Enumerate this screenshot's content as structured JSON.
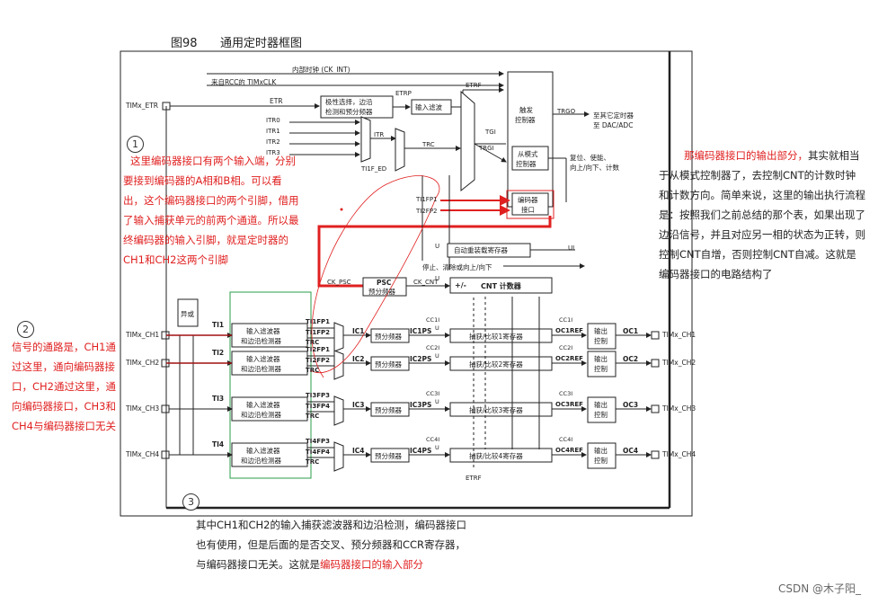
{
  "figure": {
    "number": "图98",
    "title": "通用定时器框图"
  },
  "diagram": {
    "top": {
      "internal_clock": "内部时钟 (CK_INT)",
      "from_rcc": "来自RCC的 TIMxCLK",
      "timx_etr": "TIMx_ETR",
      "etr": "ETR",
      "etrp": "ETRP",
      "etrf": "ETRF",
      "polarity_box_1": "极性选择，边沿",
      "polarity_box_2": "检测和预分频器",
      "input_filter": "输入滤波",
      "itr0": "ITR0",
      "itr1": "ITR1",
      "itr2": "ITR2",
      "itr3": "ITR3",
      "itr": "ITR",
      "trc": "TRC",
      "ti1f_ed": "TI1F_ED",
      "tgi": "TGI",
      "trgi": "TRGI",
      "trigger_ctrl_1": "触发",
      "trigger_ctrl_2": "控制器",
      "trgo": "TRGO",
      "to_other_timers_1": "至其它定时器",
      "to_other_timers_2": "至 DAC/ADC",
      "slave_ctrl_1": "从模式",
      "slave_ctrl_2": "控制器",
      "slave_out_1": "复位、使能、",
      "slave_out_2": "向上/向下、计数",
      "encoder_if_1": "编码器",
      "encoder_if_2": "接口",
      "ti1fp1": "TI1FP1",
      "ti2fp2": "TI2FP2"
    },
    "counter": {
      "u1": "U",
      "u2": "U",
      "ui": "UI",
      "auto_reload": "自动重装载寄存器",
      "stop_clear": "停止、清除或向上/向下",
      "ck_psc": "CK_PSC",
      "psc_1": "PSC",
      "psc_2": "预分频器",
      "ck_cnt": "CK_CNT",
      "plus_minus": "+/-",
      "cnt": "CNT 计数器"
    },
    "channels": [
      {
        "pin": "TIMx_CH1",
        "ti": "TI1",
        "filter_1": "输入滤波器",
        "filter_2": "和边沿检测器",
        "fp_a": "TI1FP1",
        "fp_b": "TI1FP2",
        "trc": "TRC",
        "ic": "IC1",
        "prescaler": "预分频器",
        "icps": "IC1PS",
        "cci": "CC1I",
        "u": "U",
        "capture": "捕获/比较1寄存器",
        "ocref": "OC1REF",
        "ccs": "CC1I",
        "out_ctrl_1": "输出",
        "out_ctrl_2": "控制",
        "oc": "OC1",
        "out_pin": "TIMx_CH1"
      },
      {
        "pin": "TIMx_CH2",
        "ti": "TI2",
        "filter_1": "输入滤波器",
        "filter_2": "和边沿检测器",
        "fp_a": "TI2FP1",
        "fp_b": "TI2FP2",
        "trc": "TRC",
        "ic": "IC2",
        "prescaler": "预分频器",
        "icps": "IC2PS",
        "cci": "CC2I",
        "u": "U",
        "capture": "捕获/比较2寄存器",
        "ocref": "OC2REF",
        "ccs": "CC2I",
        "out_ctrl_1": "输出",
        "out_ctrl_2": "控制",
        "oc": "OC2",
        "out_pin": "TIMx_CH2"
      },
      {
        "pin": "TIMx_CH3",
        "ti": "TI3",
        "filter_1": "输入滤波器",
        "filter_2": "和边沿检测器",
        "fp_a": "TI3FP3",
        "fp_b": "TI3FP4",
        "trc": "TRC",
        "ic": "IC3",
        "prescaler": "预分频器",
        "icps": "IC3PS",
        "cci": "CC3I",
        "u": "U",
        "capture": "捕获/比较3寄存器",
        "ocref": "OC3REF",
        "ccs": "CC3I",
        "out_ctrl_1": "输出",
        "out_ctrl_2": "控制",
        "oc": "OC3",
        "out_pin": "TIMx_CH3"
      },
      {
        "pin": "TIMx_CH4",
        "ti": "TI4",
        "filter_1": "输入滤波器",
        "filter_2": "和边沿检测器",
        "fp_a": "TI4FP3",
        "fp_b": "TI4FP4",
        "trc": "TRC",
        "ic": "IC4",
        "prescaler": "预分频器",
        "icps": "IC4PS",
        "cci": "CC4I",
        "u": "U",
        "capture": "捕获/比较4寄存器",
        "ocref": "OC4REF",
        "ccs": "CC4I",
        "out_ctrl_1": "输出",
        "out_ctrl_2": "控制",
        "oc": "OC4",
        "out_pin": "TIMx_CH4"
      }
    ],
    "xor_label": "异或",
    "bottom_etrf": "ETRF"
  },
  "annotations": {
    "circle_1": "1",
    "circle_2": "2",
    "circle_3": "3",
    "note1": [
      "这里编码器接口有两个输入端，分别",
      "要接到编码器的A相和B相。可以看",
      "出，这个编码器接口的两个引脚，借用",
      "了输入捕获单元的前两个通道。所以最",
      "终编码器的输入引脚，就是定时器的",
      "CH1和CH2这两个引脚"
    ],
    "note2": [
      "信号的通路是，CH1通",
      "过这里，通向编码器接",
      "口，CH2通过这里，通",
      "向编码器接口，CH3和",
      "CH4与编码器接口无关"
    ],
    "note3_line1": "其中CH1和CH2的输入捕获滤波器和边沿检测，编码器接口",
    "note3_line2": "也有使用，但是后面的是否交叉、预分频器和CCR寄存器，",
    "note3_line3_a": "与编码器接口无关。这就是",
    "note3_line3_b": "编码器接口的输入部分",
    "note_right_a": "那编码器接口的输出部分，",
    "note_right_b": "其实就相当",
    "note_right_rest": [
      "于从模式控制器了，去控制CNT的计数时钟",
      "和计数方向。简单来说，这里的输出执行流程",
      "是：按照我们之前总结的那个表，如果出现了",
      "边沿信号，并且对应另一相的状态为正转，则",
      "控制CNT自增，否则控制CNT自减。这就是",
      "编码器接口的电路结构了"
    ]
  },
  "watermark": "CSDN @木子阳_",
  "colors": {
    "red": "#e02020",
    "green": "#2a9d4a",
    "line": "#222222"
  }
}
